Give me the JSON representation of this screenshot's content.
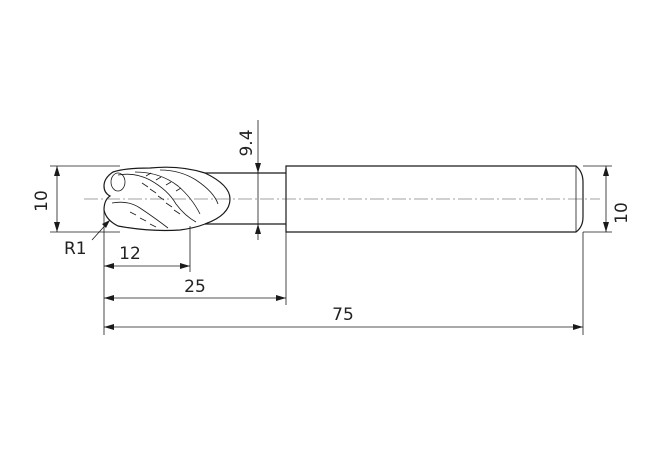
{
  "drawing": {
    "dimensions": {
      "head_diameter": "10",
      "neck_diameter": "9.4",
      "shank_diameter": "10",
      "corner_radius": "R1",
      "flute_length": "12",
      "neck_length": "25",
      "overall_length": "75"
    }
  }
}
